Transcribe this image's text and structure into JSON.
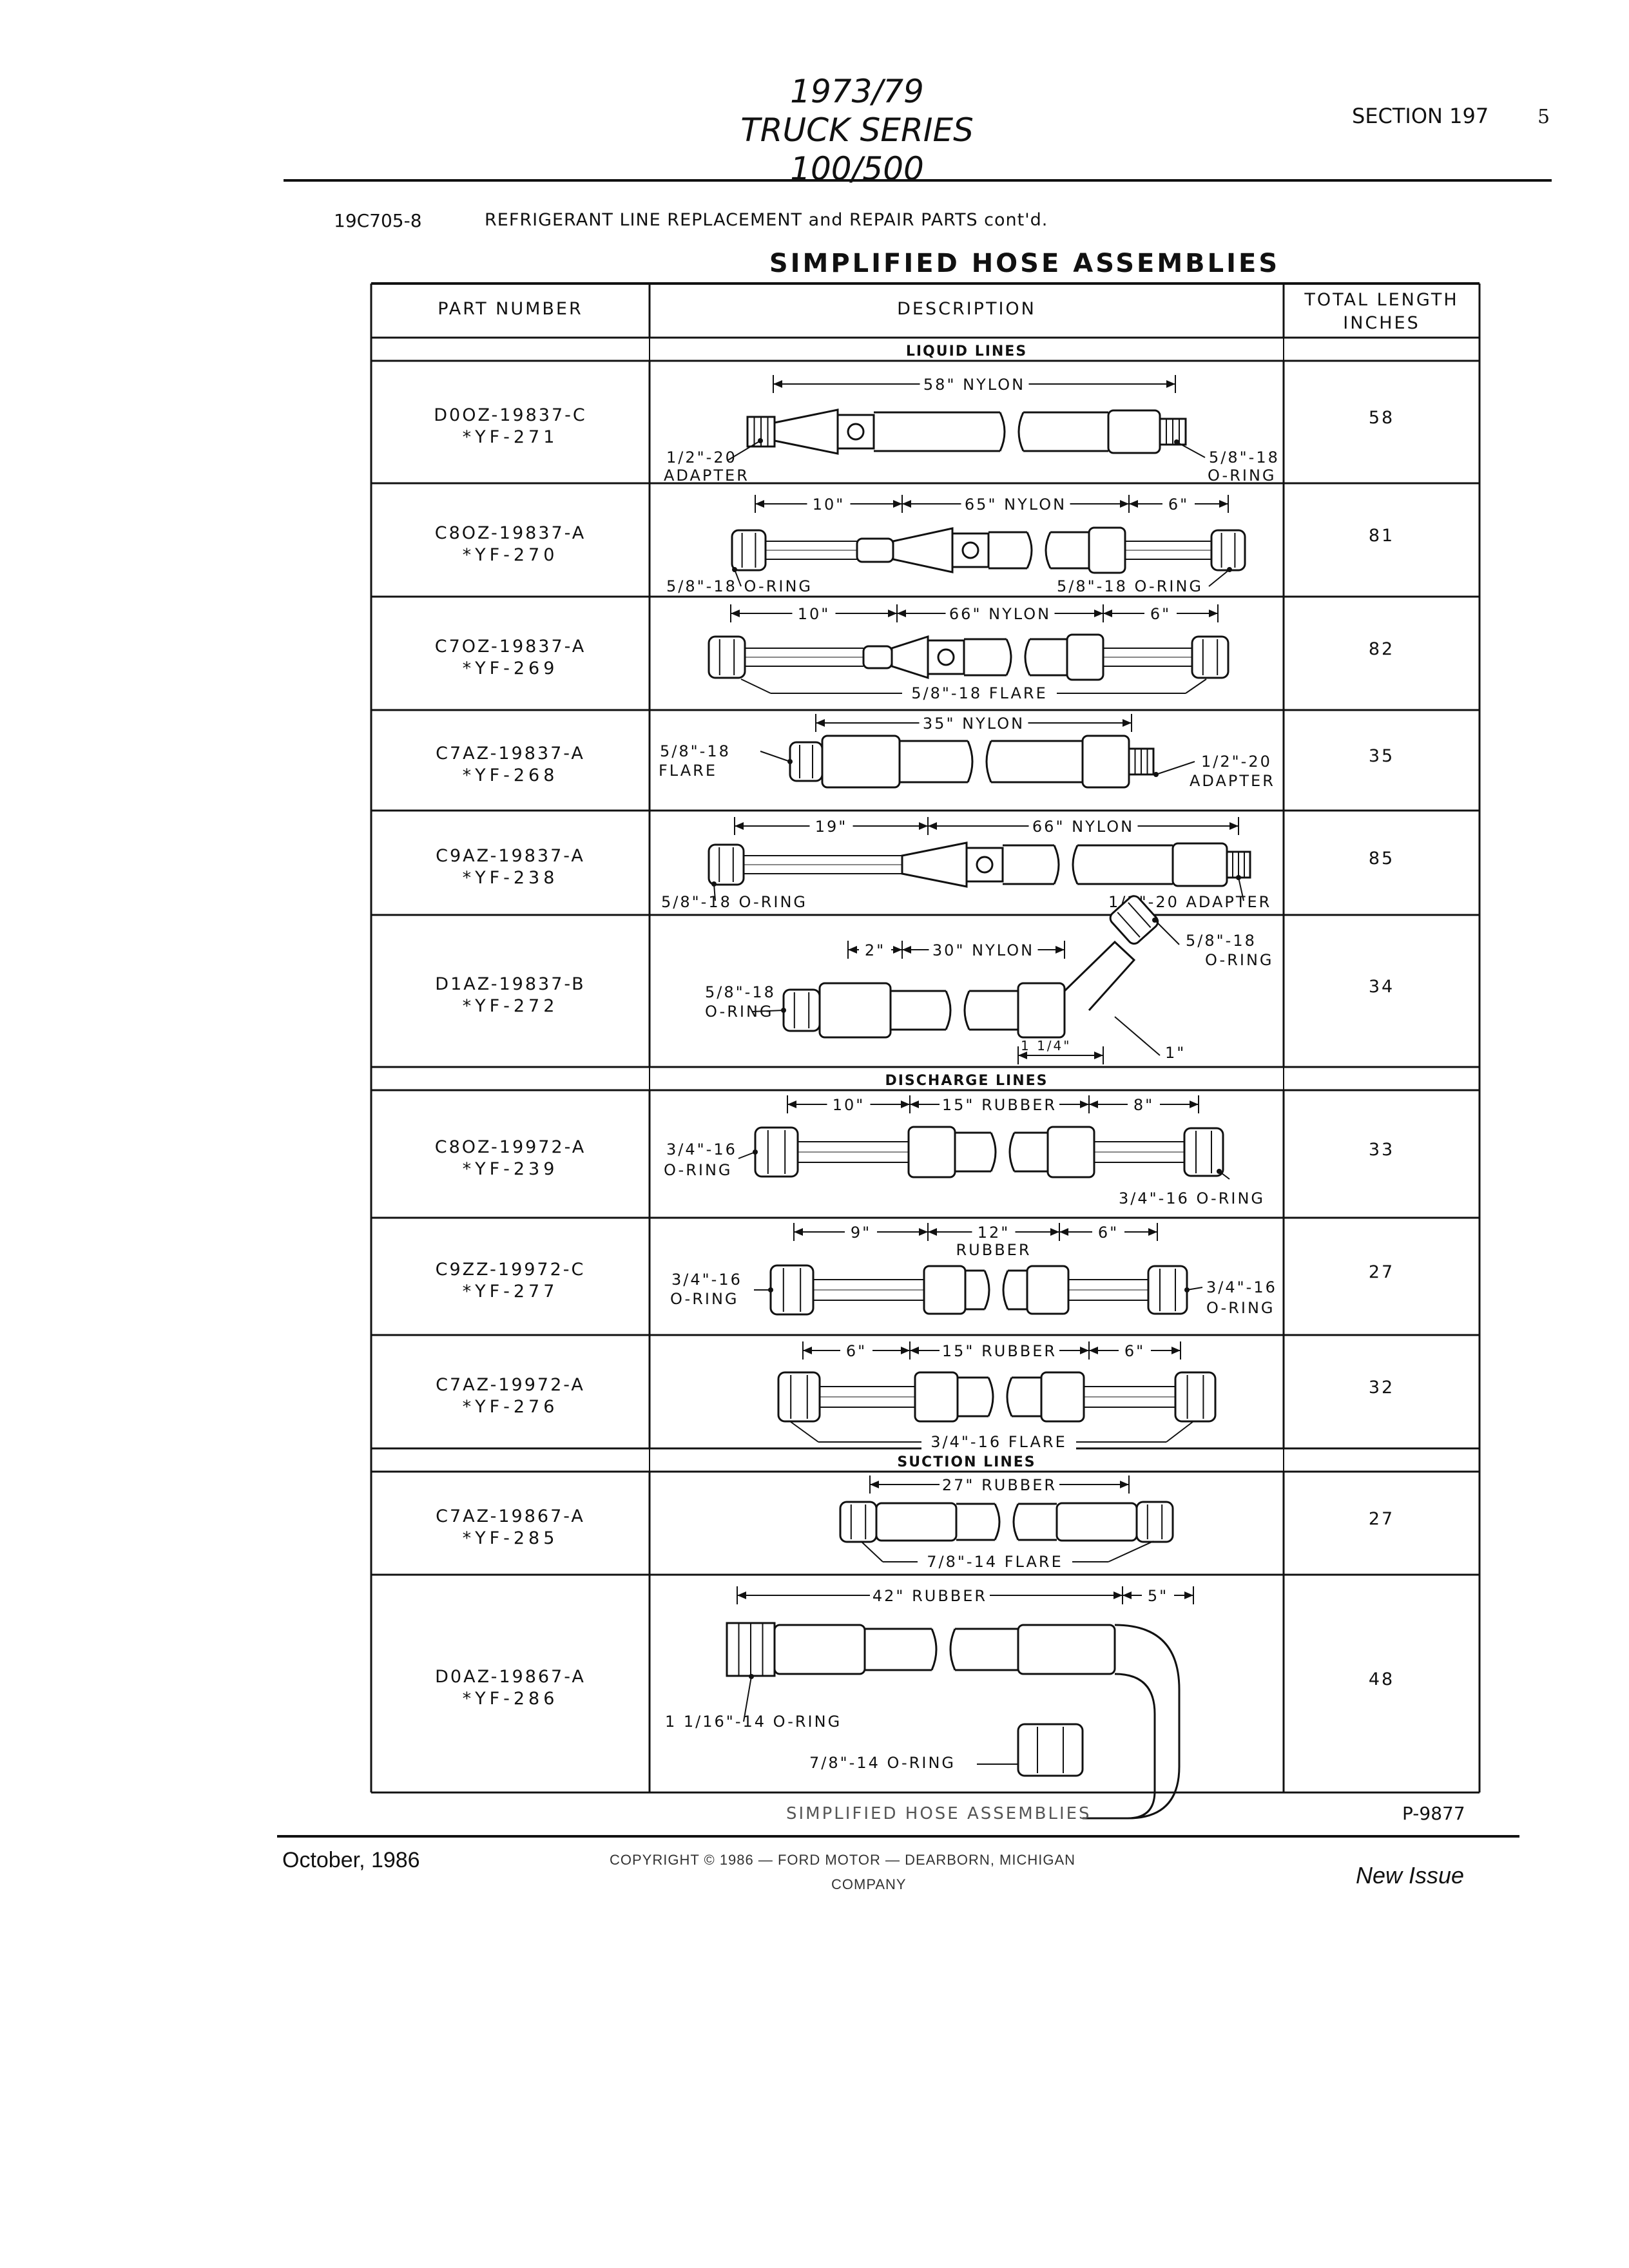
{
  "header": {
    "years": "1973/79",
    "series": "TRUCK SERIES 100/500",
    "section": "SECTION 197",
    "page_number": "5"
  },
  "reference": {
    "code": "19C705-8",
    "text": "REFRIGERANT LINE REPLACEMENT and REPAIR PARTS cont'd."
  },
  "title": "SIMPLIFIED HOSE ASSEMBLIES",
  "table": {
    "headers": {
      "part_number": "PART NUMBER",
      "description": "DESCRIPTION",
      "total_length_1": "TOTAL LENGTH",
      "total_length_2": "INCHES"
    },
    "sections": [
      {
        "label": "LIQUID LINES",
        "rows": [
          {
            "part": "D0OZ-19837-C",
            "code": "*YF-271",
            "length": "58",
            "dims": [
              "58\" NYLON"
            ],
            "labels": [
              "1/2\"-20",
              "ADAPTER",
              "5/8\"-18",
              "O-RING"
            ]
          },
          {
            "part": "C8OZ-19837-A",
            "code": "*YF-270",
            "length": "81",
            "dims": [
              "10\"",
              "65\" NYLON",
              "6\""
            ],
            "labels": [
              "5/8\"-18 O-RING",
              "5/8\"-18 O-RING"
            ]
          },
          {
            "part": "C7OZ-19837-A",
            "code": "*YF-269",
            "length": "82",
            "dims": [
              "10\"",
              "66\" NYLON",
              "6\""
            ],
            "labels": [
              "5/8\"-18 FLARE"
            ]
          },
          {
            "part": "C7AZ-19837-A",
            "code": "*YF-268",
            "length": "35",
            "dims": [
              "35\" NYLON"
            ],
            "labels": [
              "5/8\"-18",
              "FLARE",
              "1/2\"-20",
              "ADAPTER"
            ]
          },
          {
            "part": "C9AZ-19837-A",
            "code": "*YF-238",
            "length": "85",
            "dims": [
              "19\"",
              "66\" NYLON"
            ],
            "labels": [
              "5/8\"-18 O-RING",
              "1/2\"-20 ADAPTER"
            ]
          },
          {
            "part": "D1AZ-19837-B",
            "code": "*YF-272",
            "length": "34",
            "dims": [
              "2\"",
              "30\" NYLON",
              "1\""
            ],
            "labels": [
              "5/8\"-18",
              "O-RING",
              "5/8\"-18",
              "O-RING",
              "1 1/4\""
            ]
          }
        ]
      },
      {
        "label": "DISCHARGE LINES",
        "rows": [
          {
            "part": "C8OZ-19972-A",
            "code": "*YF-239",
            "length": "33",
            "dims": [
              "10\"",
              "15\" RUBBER",
              "8\""
            ],
            "labels": [
              "3/4\"-16",
              "O-RING",
              "3/4\"-16 O-RING"
            ]
          },
          {
            "part": "C9ZZ-19972-C",
            "code": "*YF-277",
            "length": "27",
            "dims": [
              "9\"",
              "12\"",
              "RUBBER",
              "6\""
            ],
            "labels": [
              "3/4\"-16",
              "O-RING",
              "3/4\"-16",
              "O-RING"
            ]
          },
          {
            "part": "C7AZ-19972-A",
            "code": "*YF-276",
            "length": "32",
            "dims": [
              "6\"",
              "15\" RUBBER",
              "6\""
            ],
            "labels": [
              "3/4\"-16 FLARE"
            ]
          }
        ]
      },
      {
        "label": "SUCTION LINES",
        "rows": [
          {
            "part": "C7AZ-19867-A",
            "code": "*YF-285",
            "length": "27",
            "dims": [
              "27\" RUBBER"
            ],
            "labels": [
              "7/8\"-14 FLARE"
            ]
          },
          {
            "part": "D0AZ-19867-A",
            "code": "*YF-286",
            "length": "48",
            "dims": [
              "42\" RUBBER",
              "5\""
            ],
            "labels": [
              "1 1/16\"-14 O-RING",
              "7/8\"-14 O-RING"
            ]
          }
        ]
      }
    ]
  },
  "figure": {
    "caption": "SIMPLIFIED HOSE ASSEMBLIES",
    "reference": "P-9877"
  },
  "footer": {
    "date": "October, 1986",
    "copyright_1": "COPYRIGHT © 1986  —  FORD MOTOR  —  DEARBORN, MICHIGAN",
    "copyright_2": "COMPANY",
    "issue": "New Issue"
  }
}
